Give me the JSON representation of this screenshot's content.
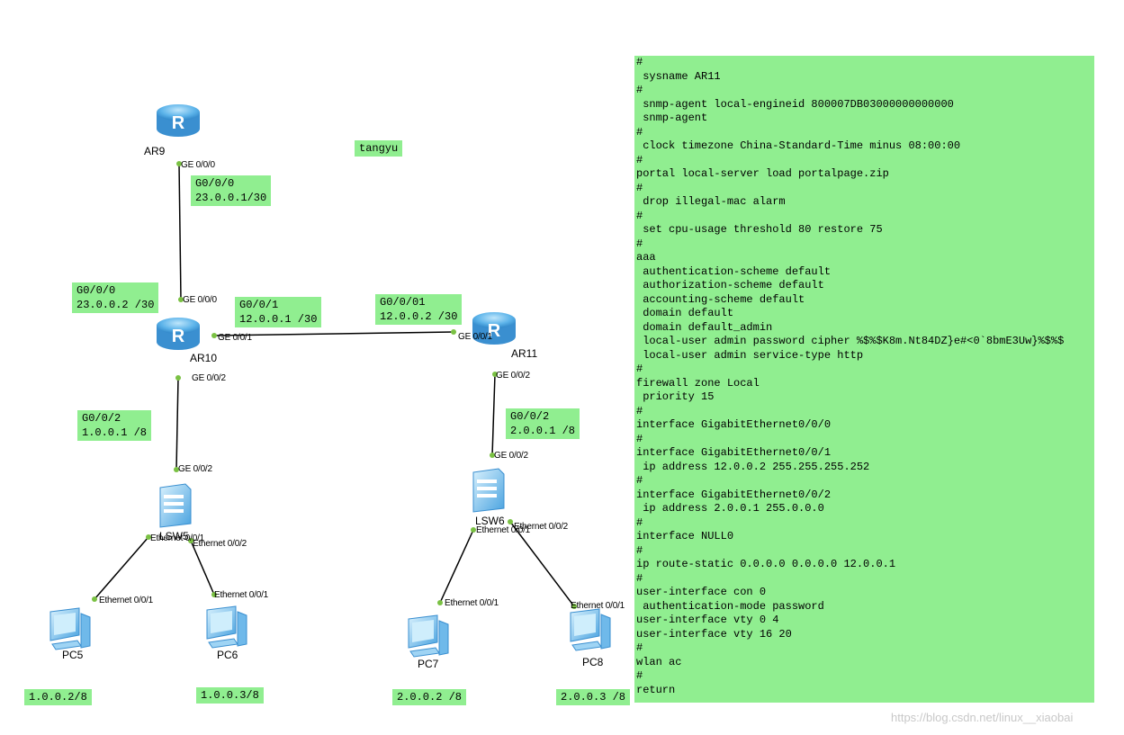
{
  "devices": {
    "ar9": "AR9",
    "ar10": "AR10",
    "ar11": "AR11",
    "lsw5": "LSW5",
    "lsw6": "LSW6",
    "pc5": "PC5",
    "pc6": "PC6",
    "pc7": "PC7",
    "pc8": "PC8"
  },
  "ports": {
    "ar9_g000": "GE 0/0/0",
    "ar10_g000": "GE 0/0/0",
    "ar10_g001": "GE 0/0/1",
    "ar10_g002": "GE 0/0/2",
    "ar11_g001": "GE 0/0/1",
    "ar11_g002": "GE 0/0/2",
    "lsw5_g002": "GE 0/0/2",
    "lsw5_e001": "Ethernet 0/0/1",
    "lsw5_e002": "Ethernet 0/0/2",
    "lsw6_g002": "GE 0/0/2",
    "lsw6_e001": "Ethernet 0/0/1",
    "lsw6_e002": "Ethernet 0/0/2",
    "pc5_e001": "Ethernet 0/0/1",
    "pc6_e001": "Ethernet 0/0/1",
    "pc7_e001": "Ethernet 0/0/1",
    "pc8_e001": "Ethernet 0/0/1"
  },
  "notes": {
    "author": "tangyu",
    "ar9_if": "G0/0/0\n23.0.0.1/30",
    "ar10_g000": "G0/0/0\n23.0.0.2 /30",
    "ar10_g001": "G0/0/1\n12.0.0.1 /30",
    "ar11_g001": "G0/0/01\n12.0.0.2 /30",
    "ar10_g002": "G0/0/2\n1.0.0.1 /8",
    "ar11_g002": "G0/0/2\n2.0.0.1 /8",
    "pc5_ip": "1.0.0.2/8",
    "pc6_ip": "1.0.0.3/8",
    "pc7_ip": "2.0.0.2 /8",
    "pc8_ip": "2.0.0.3 /8"
  },
  "config_lines": [
    "#",
    " sysname AR11",
    "#",
    " snmp-agent local-engineid 800007DB03000000000000",
    " snmp-agent",
    "#",
    " clock timezone China-Standard-Time minus 08:00:00",
    "#",
    "portal local-server load portalpage.zip",
    "#",
    " drop illegal-mac alarm",
    "#",
    " set cpu-usage threshold 80 restore 75",
    "#",
    "aaa",
    " authentication-scheme default",
    " authorization-scheme default",
    " accounting-scheme default",
    " domain default",
    " domain default_admin",
    " local-user admin password cipher %$%$K8m.Nt84DZ}e#<0`8bmE3Uw}%$%$",
    " local-user admin service-type http",
    "#",
    "firewall zone Local",
    " priority 15",
    "#",
    "interface GigabitEthernet0/0/0",
    "#",
    "interface GigabitEthernet0/0/1",
    " ip address 12.0.0.2 255.255.255.252",
    "#",
    "interface GigabitEthernet0/0/2",
    " ip address 2.0.0.1 255.0.0.0",
    "#",
    "interface NULL0",
    "#",
    "ip route-static 0.0.0.0 0.0.0.0 12.0.0.1",
    "#",
    "user-interface con 0",
    " authentication-mode password",
    "user-interface vty 0 4",
    "user-interface vty 16 20",
    "#",
    "wlan ac",
    "#",
    "return"
  ],
  "watermark": "https://blog.csdn.net/linux__xiaobai",
  "colors": {
    "note_bg": "#90ee90",
    "port_dot": "#7ac143",
    "router_blue": "#4aa3e0",
    "link": "#000000"
  }
}
